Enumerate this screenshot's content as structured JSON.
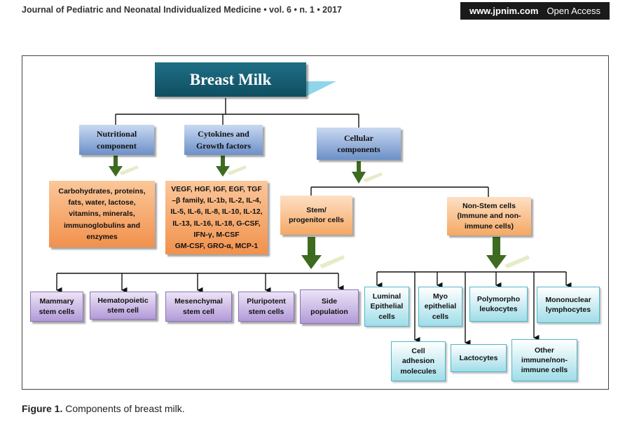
{
  "header": {
    "journal": "Journal of Pediatric and Neonatal Individualized Medicine • vol. 6 • n. 1 • 2017",
    "site": "www.jpnim.com",
    "access": "Open Access"
  },
  "diagram": {
    "title": "Breast Milk",
    "nutritional": "Nutritional\ncomponent",
    "cytokines": "Cytokines and\nGrowth factors",
    "cellular": "Cellular\ncomponents",
    "nutritional_detail": "Carbohydrates, proteins,\nfats, water, lactose,\nvitamins, minerals,\nimmunoglobulins and\nenzymes",
    "cytokines_detail": "VEGF, HGF, IGF, EGF, TGF\n–β family, IL-1b, IL-2, IL-4,\nIL-5, IL-6, IL-8, IL-10, IL-12,\nIL-13, IL-16, IL-18, G-CSF,\nIFN-γ, M-CSF\nGM-CSF, GRO-α, MCP-1",
    "stem": "Stem/\nprogenitor cells",
    "nonstem": "Non-Stem cells\n(Immune and non-\nimmune cells)",
    "stem_children": [
      "Mammary\nstem cells",
      "Hematopoietic\nstem cell",
      "Mesenchymal\nstem cell",
      "Pluripotent\nstem cells",
      "Side\npopulation"
    ],
    "nonstem_children_top": [
      "Luminal\nEpithelial\ncells",
      "Myo\nepithelial\ncells",
      "Polymorpho\nleukocytes",
      "Mononuclear\nlymphocytes"
    ],
    "nonstem_children_bottom": [
      "Cell\nadhesion\nmolecules",
      "Lactocytes",
      "Other\nimmune/non-\nimmune cells"
    ]
  },
  "caption": {
    "label": "Figure 1.",
    "text": " Components of breast milk."
  }
}
